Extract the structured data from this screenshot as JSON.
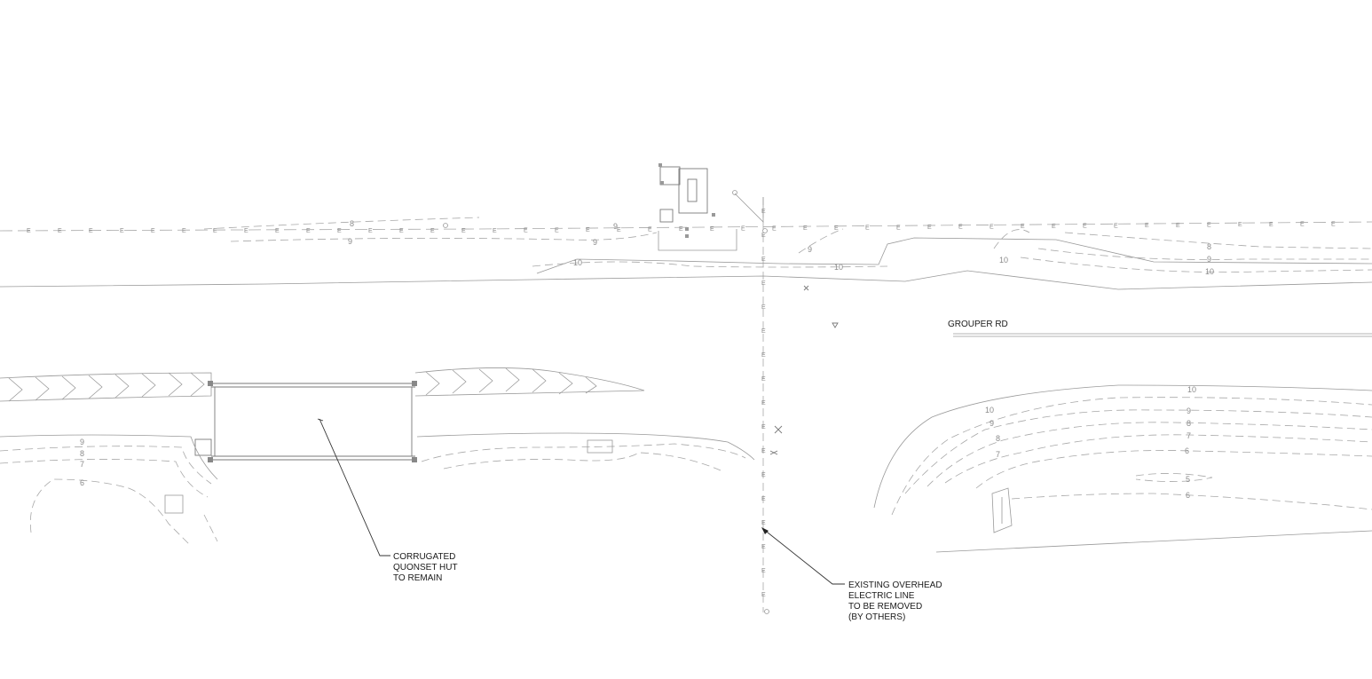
{
  "labels": {
    "road": "GROUPER RD",
    "hut": [
      "CORRUGATED",
      "QUONSET HUT",
      "TO REMAIN"
    ],
    "electric": [
      "EXISTING OVERHEAD",
      "ELECTRIC LINE",
      "TO BE REMOVED",
      "(BY OTHERS)"
    ]
  },
  "electric_marker": "E",
  "contours": {
    "c10": "10",
    "c9": "9",
    "c8": "8",
    "c7": "7",
    "c6": "6",
    "c5": "5"
  }
}
